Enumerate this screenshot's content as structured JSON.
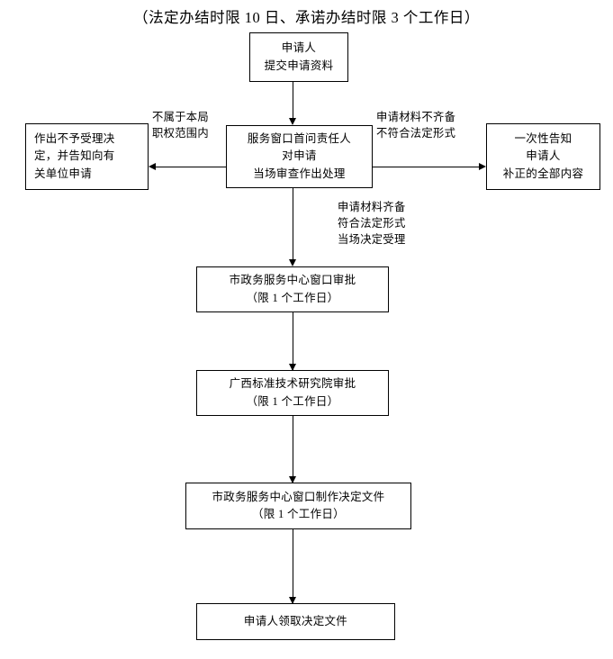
{
  "chart_data": {
    "type": "diagram",
    "title": "（法定办结时限 10 日、承诺办结时限 3 个工作日）",
    "nodes": [
      {
        "id": "applicant-submit",
        "lines": [
          "申请人",
          "提交申请资料"
        ]
      },
      {
        "id": "service-window-review",
        "lines": [
          "服务窗口首问责任人",
          "对申请",
          "当场审查作出处理"
        ]
      },
      {
        "id": "reject-decision",
        "lines": [
          "作出不予受理决",
          "定，并告知向有",
          "关单位申请"
        ]
      },
      {
        "id": "one-time-notice",
        "lines": [
          "一次性告知",
          "申请人",
          "补正的全部内容"
        ]
      },
      {
        "id": "city-center-approval",
        "lines": [
          "市政务服务中心窗口审批",
          "（限 1 个工作日）"
        ]
      },
      {
        "id": "guangxi-institute-approval",
        "lines": [
          "广西标准技术研究院审批",
          "（限 1 个工作日）"
        ]
      },
      {
        "id": "city-center-document",
        "lines": [
          "市政务服务中心窗口制作决定文件",
          "（限 1 个工作日）"
        ]
      },
      {
        "id": "applicant-collect",
        "lines": [
          "申请人领取决定文件"
        ]
      }
    ],
    "edge_labels": [
      {
        "id": "left-branch-label",
        "lines": [
          "不属于本局",
          "职权范围内"
        ]
      },
      {
        "id": "right-branch-label",
        "lines": [
          "申请材料不齐备",
          "不符合法定形式"
        ]
      },
      {
        "id": "accept-branch-label",
        "lines": [
          "申请材料齐备",
          "符合法定形式",
          "当场决定受理"
        ]
      }
    ]
  },
  "title": "（法定办结时限 10 日、承诺办结时限 3 个工作日）",
  "boxes": {
    "applicant_submit": {
      "line1": "申请人",
      "line2": "提交申请资料"
    },
    "service_window": {
      "line1": "服务窗口首问责任人",
      "line2": "对申请",
      "line3": "当场审查作出处理"
    },
    "reject": {
      "line1": "作出不予受理决",
      "line2": "定，并告知向有",
      "line3": "关单位申请"
    },
    "notice": {
      "line1": "一次性告知",
      "line2": "申请人",
      "line3": "补正的全部内容"
    },
    "center_approval": {
      "line1": "市政务服务中心窗口审批",
      "line2": "（限 1 个工作日）"
    },
    "institute_approval": {
      "line1": "广西标准技术研究院审批",
      "line2": "（限 1 个工作日）"
    },
    "center_document": {
      "line1": "市政务服务中心窗口制作决定文件",
      "line2": "（限 1 个工作日）"
    },
    "collect": {
      "line1": "申请人领取决定文件"
    }
  },
  "labels": {
    "left_branch": {
      "line1": "不属于本局",
      "line2": "职权范围内"
    },
    "right_branch": {
      "line1": "申请材料不齐备",
      "line2": "不符合法定形式"
    },
    "accept_branch": {
      "line1": "申请材料齐备",
      "line2": "符合法定形式",
      "line3": "当场决定受理"
    }
  },
  "colors": {
    "stroke": "#000000",
    "background": "#ffffff",
    "text": "#000000"
  }
}
